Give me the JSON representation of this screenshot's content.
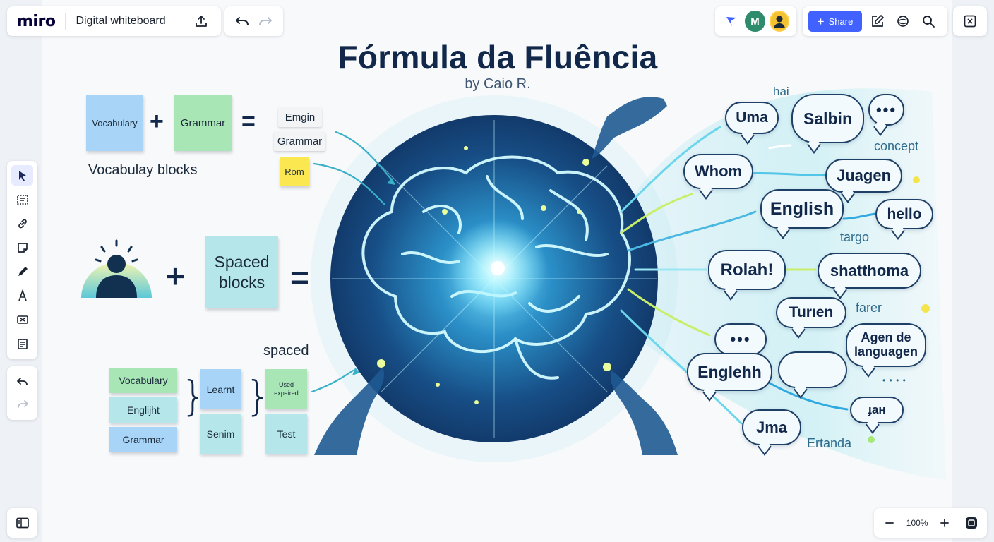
{
  "app": {
    "logo": "miro",
    "board_name": "Digital whiteboard",
    "share_label": "Share",
    "avatar_initial": "M",
    "zoom_level": "100%"
  },
  "toolbar": {
    "tools": [
      "select-tool",
      "frame-tool",
      "link-tool",
      "sticky-note-tool",
      "pen-tool",
      "text-tool",
      "shape-tool",
      "template-tool"
    ],
    "active_tool": "select-tool"
  },
  "board": {
    "title": "Fórmula da Fluência",
    "subtitle": "by Caio R.",
    "equation1": {
      "note_a": "Vocabulary",
      "plus": "+",
      "note_b": "Grammar",
      "equals": "=",
      "results": [
        "Emgin",
        "Grammar",
        "Rom"
      ],
      "caption": "Vocabulay blocks"
    },
    "equation2": {
      "plus": "+",
      "note": "Spaced blocks",
      "equals": "="
    },
    "process": {
      "label": "spaced",
      "column1": [
        "Vocabulary",
        "Englijht",
        "Grammar"
      ],
      "column2": [
        "Learnt",
        "Senim"
      ],
      "column3": [
        "Used expaired",
        "Test"
      ]
    },
    "bubbles": [
      "Uma",
      "Salbin",
      "Whom",
      "Juagen",
      "English",
      "hello",
      "Rolah!",
      "shatthoma",
      "Turıen",
      "Agen de languagen",
      "Englehh",
      "Jma",
      "ɟaн"
    ],
    "floating_words": [
      "hai",
      "concept",
      "targo",
      "farer",
      "Ertanda",
      "• • • •"
    ]
  },
  "colors": {
    "accent": "#4262ff",
    "title": "#12284a",
    "sticky_blue": "#a7d4f7",
    "sticky_green": "#a9e6b5",
    "sticky_yellow": "#fbe74f",
    "sticky_teal": "#b4e6ea"
  }
}
